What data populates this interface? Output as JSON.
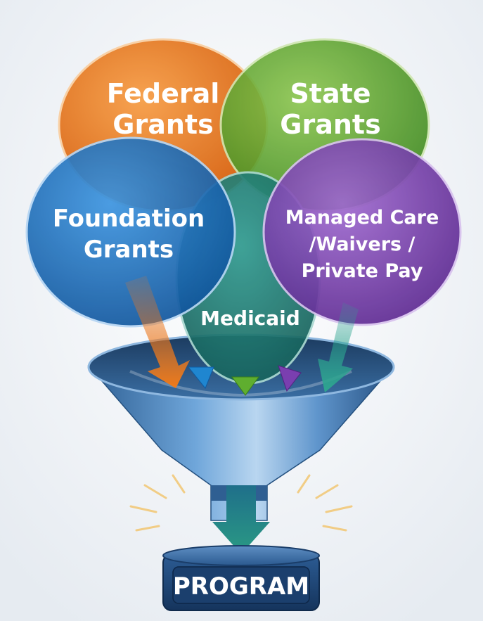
{
  "sources": {
    "federal": {
      "line1": "Federal",
      "line2": "Grants",
      "color": "#e8741e"
    },
    "state": {
      "line1": "State",
      "line2": "Grants",
      "color": "#5aa22c"
    },
    "foundation": {
      "line1": "Foundation",
      "line2": "Grants",
      "color": "#1e6fbf"
    },
    "managed_care": {
      "line1": "Managed Care",
      "line2": "/Waivers /",
      "line3": "Private Pay",
      "color": "#7b3fae"
    },
    "medicaid": {
      "line1": "Medicaid",
      "color": "#1f7a73"
    }
  },
  "target": {
    "label": "PROGRAM",
    "color": "#1d3f6e"
  },
  "funnel": {
    "color": "#4a86c2"
  }
}
